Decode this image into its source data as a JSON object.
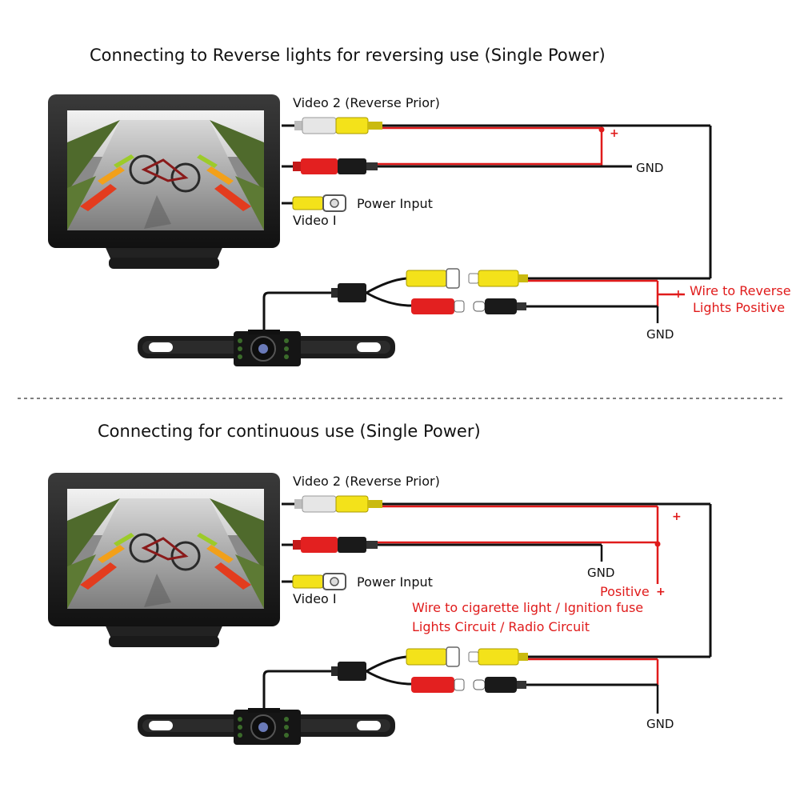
{
  "sections": [
    {
      "title": "Connecting to Reverse lights for reversing use (Single Power)",
      "monitor_labels": {
        "video2": "Video 2 (Reverse Prior)",
        "power_input": "Power Input",
        "video1": "Video I"
      },
      "gnd_monitor": "GND",
      "gnd_camera": "GND",
      "plus_top": "+",
      "plus_side": "+",
      "wire_note": [
        "Wire to Reverse",
        "Lights Positive"
      ]
    },
    {
      "title": "Connecting for continuous use (Single Power)",
      "monitor_labels": {
        "video2": "Video 2 (Reverse Prior)",
        "power_input": "Power Input",
        "video1": "Video I"
      },
      "gnd_monitor": "GND",
      "gnd_camera": "GND",
      "plus_top": "+",
      "positive_label": "Positive",
      "plus_side": "+",
      "wire_note": [
        "Wire to cigarette light / Ignition fuse",
        "Lights Circuit / Radio Circuit"
      ]
    }
  ],
  "colors": {
    "red_wire": "#e01b1b",
    "black_wire": "#111111",
    "yellow_plug": "#f3e21a",
    "white_plug": "#e6e6e6",
    "red_plug": "#e32020"
  }
}
